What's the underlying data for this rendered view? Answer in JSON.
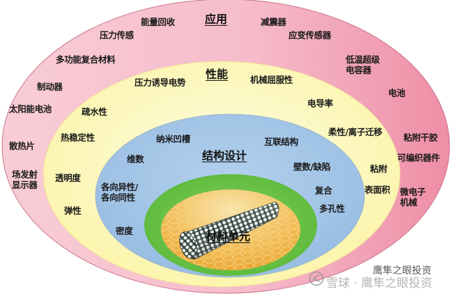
{
  "diagram": {
    "type": "nested-ellipse-hierarchy",
    "colors": {
      "application_ring": "#f29bb0",
      "application_ring_light": "#f8c9d3",
      "performance_ring": "#fbf6b8",
      "structure_ring": "#a4c6e6",
      "material_ring": "#6cc04a",
      "material_core": "#f0b548"
    },
    "layers": {
      "application": {
        "title": "应用",
        "items": [
          "能量回收",
          "减震器",
          "压力传感",
          "应变传感器",
          "多功能复合材料",
          "低温超级\n电容器",
          "制动器",
          "电池",
          "太阳能电池",
          "粘附干胶",
          "散热片",
          "可编织器件",
          "场发射\n显示器",
          "微电子\n机械"
        ]
      },
      "performance": {
        "title": "性能",
        "items": [
          "压力诱导电势",
          "机械屈服性",
          "疏水性",
          "电导率",
          "热稳定性",
          "柔性/离子迁移",
          "透明度",
          "粘附",
          "弹性",
          "表面积"
        ]
      },
      "structure": {
        "title": "结构设计",
        "items": [
          "纳米凹槽",
          "互联结构",
          "维数",
          "壁数/缺陷",
          "各向异性/\n各向同性",
          "复合",
          "多孔性",
          "密度"
        ]
      },
      "material": {
        "title": "材料单元",
        "image": "carbon-nanotube-on-graphene-sheet"
      }
    }
  },
  "watermark": {
    "logo_icon": "xueqiu-logo-icon",
    "text_line1": "鹰隼之眼投资",
    "text_line2": "雪球 · 鹰隼之眼投资"
  }
}
